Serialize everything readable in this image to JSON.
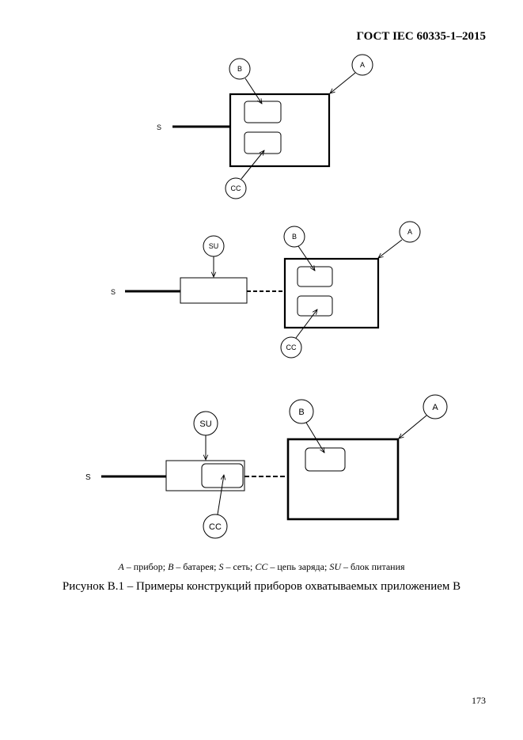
{
  "header": {
    "standard": "ГОСТ IEC 60335-1–2015"
  },
  "figure": {
    "labels": {
      "A": "A",
      "B": "B",
      "S": "S",
      "CC": "CC",
      "SU": "SU"
    }
  },
  "legend": {
    "A": "A",
    "A_text": " – прибор; ",
    "B": "B",
    "B_text": " – батарея; ",
    "S": "S",
    "S_text": " – сеть; ",
    "CC": "CC",
    "CC_text": " – цепь заряда; ",
    "SU": "SU",
    "SU_text": " – блок питания"
  },
  "caption": "Рисунок В.1 – Примеры конструкций приборов охватываемых приложением В",
  "page_number": "173"
}
